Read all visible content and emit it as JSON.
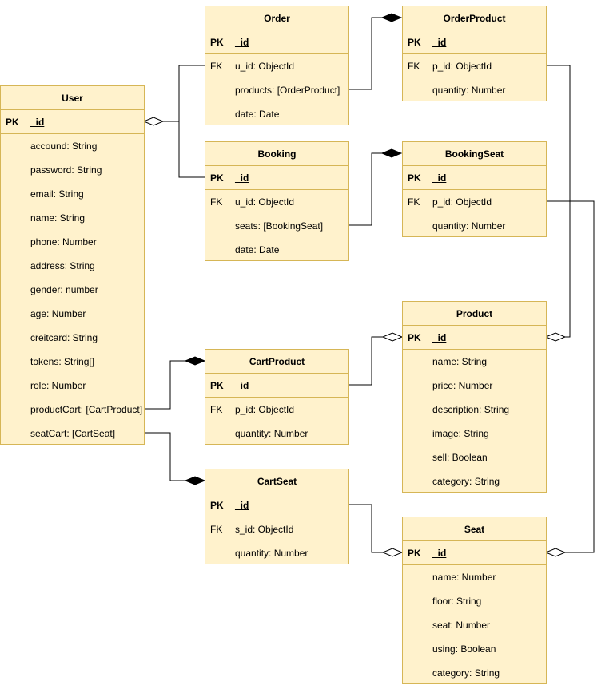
{
  "entities": {
    "user": {
      "title": "User",
      "fields": [
        {
          "key": "PK",
          "name": "_id"
        },
        {
          "key": "",
          "name": "accound: String"
        },
        {
          "key": "",
          "name": "password: String"
        },
        {
          "key": "",
          "name": "email: String"
        },
        {
          "key": "",
          "name": "name: String"
        },
        {
          "key": "",
          "name": "phone: Number"
        },
        {
          "key": "",
          "name": "address: String"
        },
        {
          "key": "",
          "name": "gender: number"
        },
        {
          "key": "",
          "name": "age: Number"
        },
        {
          "key": "",
          "name": "creitcard: String"
        },
        {
          "key": "",
          "name": "tokens: String[]"
        },
        {
          "key": "",
          "name": "role: Number"
        },
        {
          "key": "",
          "name": "productCart: [CartProduct]"
        },
        {
          "key": "",
          "name": "seatCart: [CartSeat]"
        }
      ]
    },
    "order": {
      "title": "Order",
      "fields": [
        {
          "key": "PK",
          "name": "_id"
        },
        {
          "key": "FK",
          "name": "u_id: ObjectId"
        },
        {
          "key": "",
          "name": "products: [OrderProduct]"
        },
        {
          "key": "",
          "name": "date: Date"
        }
      ]
    },
    "booking": {
      "title": "Booking",
      "fields": [
        {
          "key": "PK",
          "name": "_id"
        },
        {
          "key": "FK",
          "name": "u_id: ObjectId"
        },
        {
          "key": "",
          "name": "seats: [BookingSeat]"
        },
        {
          "key": "",
          "name": "date: Date"
        }
      ]
    },
    "orderProduct": {
      "title": "OrderProduct",
      "fields": [
        {
          "key": "PK",
          "name": "_id"
        },
        {
          "key": "FK",
          "name": "p_id: ObjectId"
        },
        {
          "key": "",
          "name": "quantity: Number"
        }
      ]
    },
    "bookingSeat": {
      "title": "BookingSeat",
      "fields": [
        {
          "key": "PK",
          "name": "_id"
        },
        {
          "key": "FK",
          "name": "p_id: ObjectId"
        },
        {
          "key": "",
          "name": "quantity: Number"
        }
      ]
    },
    "cartProduct": {
      "title": "CartProduct",
      "fields": [
        {
          "key": "PK",
          "name": "_id"
        },
        {
          "key": "FK",
          "name": "p_id: ObjectId"
        },
        {
          "key": "",
          "name": "quantity: Number"
        }
      ]
    },
    "cartSeat": {
      "title": "CartSeat",
      "fields": [
        {
          "key": "PK",
          "name": "_id"
        },
        {
          "key": "FK",
          "name": "s_id: ObjectId"
        },
        {
          "key": "",
          "name": "quantity: Number"
        }
      ]
    },
    "product": {
      "title": "Product",
      "fields": [
        {
          "key": "PK",
          "name": "_id"
        },
        {
          "key": "",
          "name": "name: String"
        },
        {
          "key": "",
          "name": "price: Number"
        },
        {
          "key": "",
          "name": "description: String"
        },
        {
          "key": "",
          "name": "image: String"
        },
        {
          "key": "",
          "name": "sell: Boolean"
        },
        {
          "key": "",
          "name": "category: String"
        }
      ]
    },
    "seat": {
      "title": "Seat",
      "fields": [
        {
          "key": "PK",
          "name": "_id"
        },
        {
          "key": "",
          "name": "name: Number"
        },
        {
          "key": "",
          "name": "floor: String"
        },
        {
          "key": "",
          "name": "seat: Number"
        },
        {
          "key": "",
          "name": "using: Boolean"
        },
        {
          "key": "",
          "name": "category: String"
        }
      ]
    }
  },
  "colors": {
    "entity_fill": "#fff2cc",
    "entity_border": "#d6b656",
    "connector": "#000000"
  }
}
